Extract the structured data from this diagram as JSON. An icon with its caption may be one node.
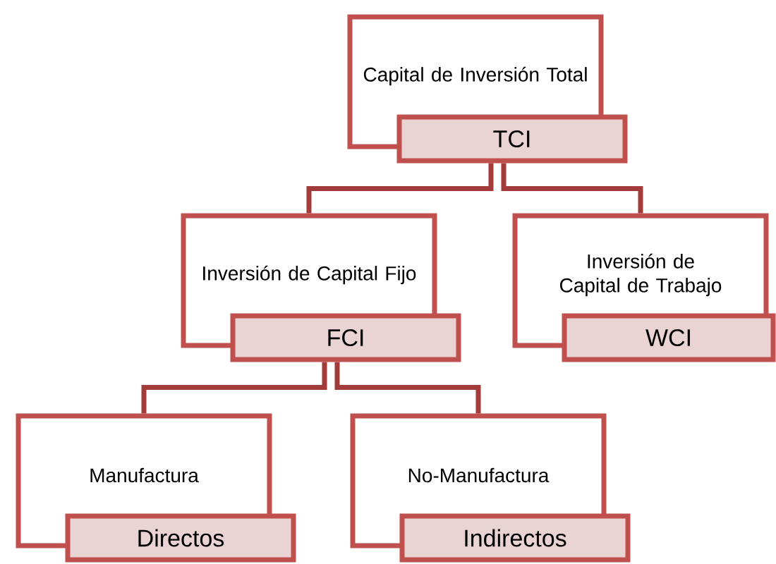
{
  "diagram": {
    "nodes": [
      {
        "text": [
          "Capital de Inversión Total",
          "TCI"
        ]
      },
      {
        "text": [
          "Inversión de Capital Fijo",
          "FCI"
        ]
      },
      {
        "text": [
          "Inversión de Capital de Trabajo",
          "WCI"
        ]
      },
      {
        "text": [
          "Manufactura",
          "Directos"
        ]
      },
      {
        "text": [
          "No-Manufactura",
          "Indirectos"
        ]
      }
    ],
    "edges": [
      {
        "from": 0,
        "to": 1,
        "arrow": "none"
      },
      {
        "from": 0,
        "to": 2,
        "arrow": "none"
      },
      {
        "from": 1,
        "to": 3,
        "arrow": "none"
      },
      {
        "from": 1,
        "to": 4,
        "arrow": "none"
      }
    ]
  }
}
